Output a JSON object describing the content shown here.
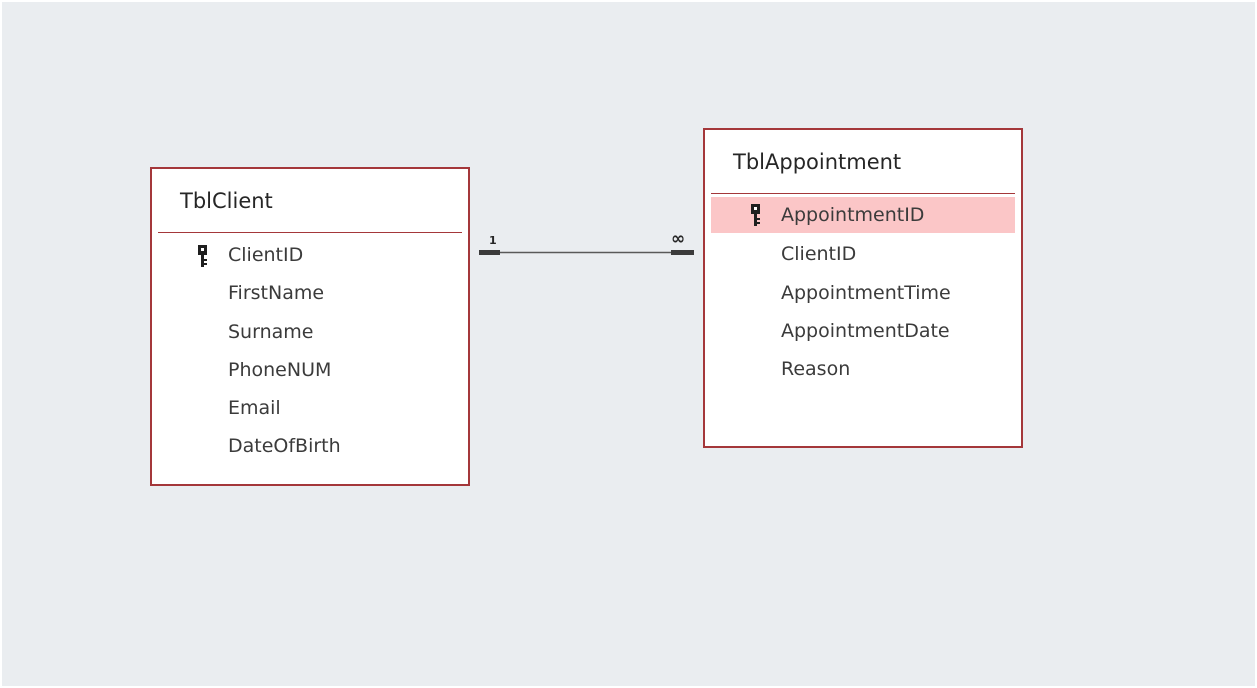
{
  "tables": [
    {
      "name": "TblClient",
      "fields": [
        {
          "label": "ClientID",
          "primary_key": true,
          "selected": false
        },
        {
          "label": "FirstName",
          "primary_key": false,
          "selected": false
        },
        {
          "label": "Surname",
          "primary_key": false,
          "selected": false
        },
        {
          "label": "PhoneNUM",
          "primary_key": false,
          "selected": false
        },
        {
          "label": "Email",
          "primary_key": false,
          "selected": false
        },
        {
          "label": "DateOfBirth",
          "primary_key": false,
          "selected": false
        }
      ]
    },
    {
      "name": "TblAppointment",
      "fields": [
        {
          "label": "AppointmentID",
          "primary_key": true,
          "selected": true
        },
        {
          "label": "ClientID",
          "primary_key": false,
          "selected": false
        },
        {
          "label": "AppointmentTime",
          "primary_key": false,
          "selected": false
        },
        {
          "label": "AppointmentDate",
          "primary_key": false,
          "selected": false
        },
        {
          "label": "Reason",
          "primary_key": false,
          "selected": false
        }
      ]
    }
  ],
  "relationship": {
    "from_table": "TblClient",
    "from_field": "ClientID",
    "to_table": "TblAppointment",
    "to_field": "ClientID",
    "one_label": "1",
    "many_label": "∞"
  },
  "icons": {
    "primary_key": "key-icon"
  },
  "colors": {
    "canvas_background": "#eaedf0",
    "table_border": "#a4373a",
    "selected_row": "#fbc6c7",
    "relationship_line": "#595959"
  }
}
